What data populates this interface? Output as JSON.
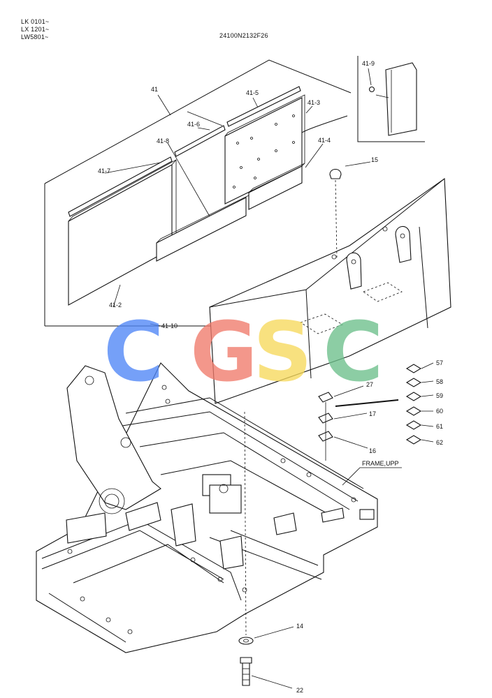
{
  "header": {
    "serials": [
      "LK 0101~",
      "LX 1201~",
      "LW5801~"
    ],
    "drawing_code": "24100N2132F26"
  },
  "labels": {
    "l41": "41",
    "l41_2": "41-2",
    "l41_3": "41-3",
    "l41_4": "41-4",
    "l41_5": "41-5",
    "l41_6": "41-6",
    "l41_7": "41-7",
    "l41_8": "41-8",
    "l41_9": "41-9",
    "l41_10": "41-10",
    "l14": "14",
    "l15": "15",
    "l16": "16",
    "l17": "17",
    "l22": "22",
    "l27": "27",
    "l57": "57",
    "l58": "58",
    "l59": "59",
    "l60": "60",
    "l61": "61",
    "l62": "62",
    "frame": "FRAME,UPP"
  },
  "watermark": {
    "letters": [
      "C",
      "G",
      "S",
      "C"
    ],
    "colors": [
      "#4f86f7",
      "#f07a6b",
      "#f7d95c",
      "#6cc08b"
    ]
  }
}
